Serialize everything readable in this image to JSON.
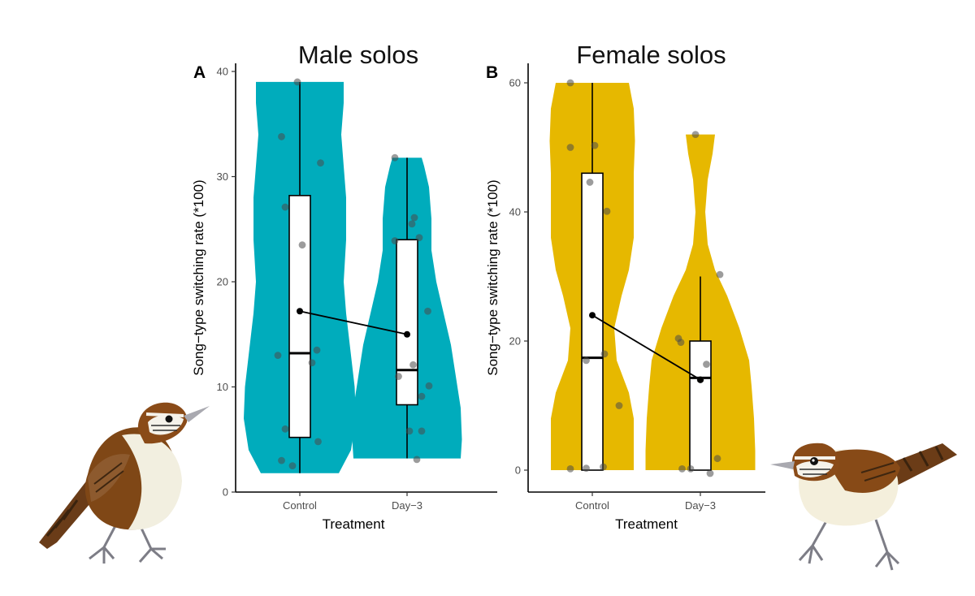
{
  "colors": {
    "male": "#00acbc",
    "female": "#e6b800",
    "points": "#4a4a4a"
  },
  "icons": [
    "wren-bird-left-illustration",
    "wren-bird-right-illustration"
  ],
  "chart_data": [
    {
      "type": "violin",
      "panel_label": "A",
      "title": "Male solos",
      "xlabel": "Treatment",
      "ylabel": "Song−type switching rate (*100)",
      "categories": [
        "Control",
        "Day−3"
      ],
      "ylim": [
        0,
        40
      ],
      "yticks": [
        0,
        10,
        20,
        30,
        40
      ],
      "boxes": [
        {
          "min": 1.8,
          "q1": 5.2,
          "median": 13.2,
          "q3": 28.2,
          "max": 39.0
        },
        {
          "min": 3.2,
          "q1": 8.3,
          "median": 11.6,
          "q3": 24.0,
          "max": 31.8
        }
      ],
      "means": [
        17.2,
        15.0
      ],
      "points": [
        [
          {
            "x": -0.02,
            "y": 39.0
          },
          {
            "x": -0.15,
            "y": 33.8
          },
          {
            "x": 0.17,
            "y": 31.3
          },
          {
            "x": -0.12,
            "y": 27.1
          },
          {
            "x": 0.02,
            "y": 23.5
          },
          {
            "x": 0.14,
            "y": 13.5
          },
          {
            "x": -0.18,
            "y": 13.0
          },
          {
            "x": 0.1,
            "y": 12.3
          },
          {
            "x": -0.12,
            "y": 6.0
          },
          {
            "x": 0.15,
            "y": 4.8
          },
          {
            "x": -0.15,
            "y": 3.0
          },
          {
            "x": -0.06,
            "y": 2.5
          }
        ],
        [
          {
            "x": -0.1,
            "y": 31.8
          },
          {
            "x": 0.06,
            "y": 26.1
          },
          {
            "x": 0.04,
            "y": 25.5
          },
          {
            "x": -0.1,
            "y": 23.9
          },
          {
            "x": 0.1,
            "y": 24.2
          },
          {
            "x": 0.17,
            "y": 17.2
          },
          {
            "x": 0.05,
            "y": 12.1
          },
          {
            "x": -0.07,
            "y": 11.0
          },
          {
            "x": 0.18,
            "y": 10.1
          },
          {
            "x": 0.12,
            "y": 9.1
          },
          {
            "x": 0.02,
            "y": 5.8
          },
          {
            "x": 0.12,
            "y": 5.8
          },
          {
            "x": 0.08,
            "y": 3.1
          }
        ]
      ],
      "violins": [
        [
          [
            1.8,
            0.32
          ],
          [
            4,
            0.42
          ],
          [
            7,
            0.46
          ],
          [
            10,
            0.45
          ],
          [
            13,
            0.42
          ],
          [
            17,
            0.38
          ],
          [
            20,
            0.36
          ],
          [
            24,
            0.38
          ],
          [
            28,
            0.38
          ],
          [
            31,
            0.36
          ],
          [
            34,
            0.34
          ],
          [
            37,
            0.36
          ],
          [
            39,
            0.36
          ]
        ],
        [
          [
            3.2,
            0.44
          ],
          [
            5,
            0.45
          ],
          [
            8,
            0.44
          ],
          [
            11,
            0.4
          ],
          [
            14,
            0.36
          ],
          [
            17,
            0.3
          ],
          [
            20,
            0.24
          ],
          [
            23,
            0.2
          ],
          [
            26,
            0.2
          ],
          [
            29,
            0.18
          ],
          [
            31,
            0.14
          ],
          [
            31.8,
            0.12
          ]
        ]
      ]
    },
    {
      "type": "violin",
      "panel_label": "B",
      "title": "Female solos",
      "xlabel": "Treatment",
      "ylabel": "Song−type switching rate (*100)",
      "categories": [
        "Control",
        "Day−3"
      ],
      "ylim": [
        0,
        60
      ],
      "yticks": [
        0,
        20,
        40,
        60
      ],
      "boxes": [
        {
          "min": 0.0,
          "q1": 0.0,
          "median": 17.4,
          "q3": 46.0,
          "max": 60.0
        },
        {
          "min": 0.0,
          "q1": 0.0,
          "median": 14.3,
          "q3": 20.0,
          "max": 30.0
        }
      ],
      "means": [
        24.0,
        14.0
      ],
      "points": [
        [
          {
            "x": -0.18,
            "y": 60.0
          },
          {
            "x": -0.18,
            "y": 50.0
          },
          {
            "x": 0.02,
            "y": 50.3
          },
          {
            "x": -0.02,
            "y": 44.6
          },
          {
            "x": 0.12,
            "y": 40.1
          },
          {
            "x": 0.1,
            "y": 18.0
          },
          {
            "x": -0.05,
            "y": 17.0
          },
          {
            "x": 0.22,
            "y": 10.0
          },
          {
            "x": -0.18,
            "y": 0.2
          },
          {
            "x": -0.05,
            "y": 0.3
          },
          {
            "x": 0.09,
            "y": 0.5
          }
        ],
        [
          {
            "x": -0.04,
            "y": 52.0
          },
          {
            "x": 0.16,
            "y": 30.3
          },
          {
            "x": -0.18,
            "y": 20.4
          },
          {
            "x": -0.16,
            "y": 19.8
          },
          {
            "x": 0.05,
            "y": 16.4
          },
          {
            "x": 0.0,
            "y": 14.0
          },
          {
            "x": 0.14,
            "y": 1.8
          },
          {
            "x": -0.15,
            "y": 0.2
          },
          {
            "x": -0.08,
            "y": 0.2
          },
          {
            "x": 0.08,
            "y": -0.5
          }
        ]
      ],
      "violins": [
        [
          [
            0,
            0.34
          ],
          [
            3,
            0.34
          ],
          [
            8,
            0.34
          ],
          [
            12,
            0.3
          ],
          [
            17,
            0.2
          ],
          [
            22,
            0.18
          ],
          [
            27,
            0.24
          ],
          [
            31,
            0.3
          ],
          [
            36,
            0.34
          ],
          [
            41,
            0.34
          ],
          [
            46,
            0.34
          ],
          [
            51,
            0.35
          ],
          [
            56,
            0.34
          ],
          [
            60,
            0.3
          ]
        ],
        [
          [
            0,
            0.45
          ],
          [
            3,
            0.45
          ],
          [
            8,
            0.44
          ],
          [
            13,
            0.42
          ],
          [
            17,
            0.4
          ],
          [
            22,
            0.32
          ],
          [
            27,
            0.22
          ],
          [
            31,
            0.12
          ],
          [
            35,
            0.06
          ],
          [
            40,
            0.04
          ],
          [
            45,
            0.06
          ],
          [
            49,
            0.1
          ],
          [
            52,
            0.12
          ]
        ]
      ]
    }
  ]
}
